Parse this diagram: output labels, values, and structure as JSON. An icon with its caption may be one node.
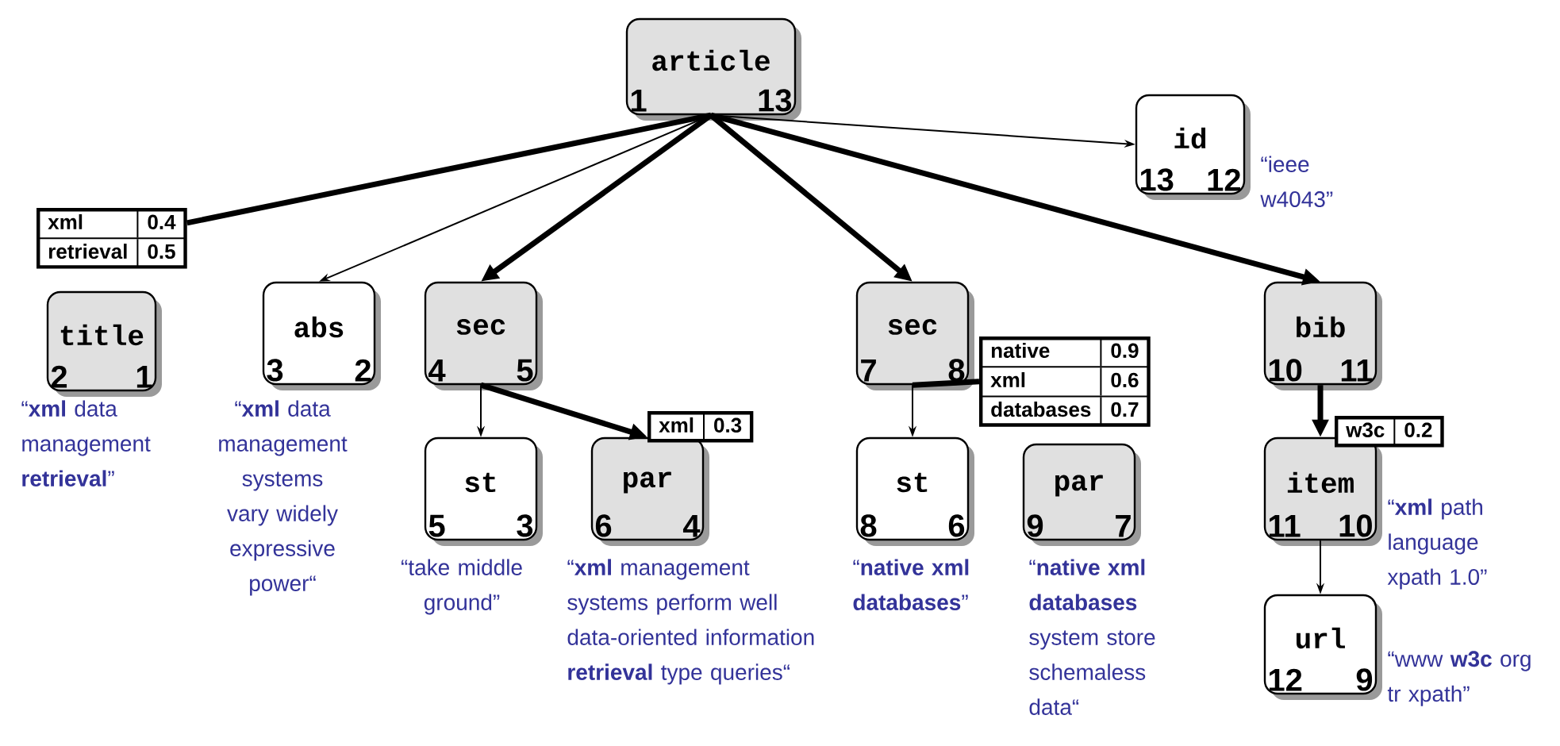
{
  "diagram": {
    "nodes": [
      {
        "text": [
          "article",
          "1",
          "13"
        ]
      },
      {
        "text": [
          "id",
          "13",
          "12"
        ],
        "beside": [
          "“ieee w4043”"
        ]
      },
      {
        "text": [
          "xml",
          "0.4",
          "retrieval",
          "0.5"
        ]
      },
      {
        "text": [
          "title",
          "2",
          "1"
        ],
        "beside": [
          "“**xml** data management **retrieval**”"
        ]
      },
      {
        "text": [
          "abs",
          "3",
          "2"
        ],
        "beside": [
          "“**xml** data management systems vary widely expressive power“"
        ]
      },
      {
        "text": [
          "sec",
          "4",
          "5"
        ]
      },
      {
        "text": [
          "sec",
          "7",
          "8"
        ]
      },
      {
        "text": [
          "native",
          "0.9",
          "xml",
          "0.6",
          "databases",
          "0.7"
        ]
      },
      {
        "text": [
          "bib",
          "10",
          "11"
        ]
      },
      {
        "text": [
          "st",
          "5",
          "3"
        ],
        "beside": [
          "“take middle ground”"
        ]
      },
      {
        "text": [
          "par",
          "6",
          "4"
        ],
        "beside": [
          "“**xml** management systems perform well data-oriented information **retrieval** type queries“"
        ]
      },
      {
        "text": [
          "xml",
          "0.3"
        ]
      },
      {
        "text": [
          "st",
          "8",
          "6"
        ],
        "beside": [
          "“**native xml databases**”"
        ]
      },
      {
        "text": [
          "par",
          "9",
          "7"
        ],
        "beside": [
          "“**native xml databases** system store schemaless data“"
        ]
      },
      {
        "text": [
          "w3c",
          "0.2"
        ]
      },
      {
        "text": [
          "item",
          "11",
          "10"
        ],
        "beside": [
          "“**xml** path language xpath 1.0”"
        ]
      },
      {
        "text": [
          "url",
          "12",
          "9"
        ],
        "beside": [
          "“www **w3c** org tr xpath”"
        ]
      }
    ],
    "edges": [
      {
        "from": 0,
        "to": 2,
        "arrow": "none"
      },
      {
        "from": 0,
        "to": 4,
        "arrow": "to"
      },
      {
        "from": 0,
        "to": 5,
        "arrow": "to"
      },
      {
        "from": 0,
        "to": 6,
        "arrow": "to"
      },
      {
        "from": 0,
        "to": 8,
        "arrow": "to"
      },
      {
        "from": 0,
        "to": 1,
        "arrow": "to"
      },
      {
        "from": 5,
        "to": 9,
        "arrow": "to"
      },
      {
        "from": 5,
        "to": 10,
        "arrow": "to"
      },
      {
        "from": 6,
        "to": 12,
        "arrow": "to"
      },
      {
        "from": 6,
        "to": 7,
        "arrow": "none"
      },
      {
        "from": 8,
        "to": 15,
        "arrow": "to"
      },
      {
        "from": 15,
        "to": 16,
        "arrow": "to"
      }
    ]
  }
}
